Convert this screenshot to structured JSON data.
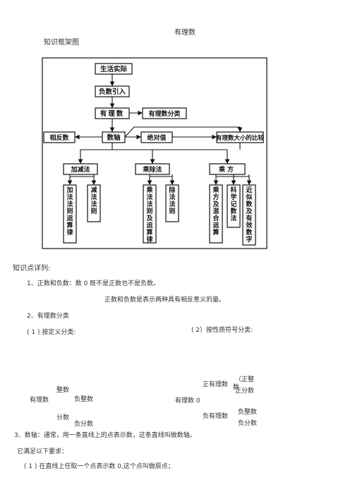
{
  "header": {
    "doc_title": "有理数",
    "framework_title": "知识框架图"
  },
  "diagram": {
    "life": "生活实际",
    "negative_intro": "负数引入",
    "rational": "有理数",
    "classification": "有理数分类",
    "opposite": "相反数",
    "number_line": "数轴",
    "absolute": "绝对值",
    "compare": "有理数大小的比较",
    "addsub": "加减法",
    "muldiv": "乘除法",
    "power": "乘方",
    "leaf_add": "加法法则运算律",
    "leaf_sub": "减法法则",
    "leaf_mul": "乘法法则及运算律",
    "leaf_div": "除法法则",
    "leaf_powmix": "乘方及混合运算",
    "leaf_sci": "科学记数法",
    "leaf_approx": "近似数及有效数字"
  },
  "body": {
    "section_title": "知识点详列:",
    "p1": "1、正数和负数：数 0 既不是正数也不是负数。",
    "p1_note": "正数和负数是表示两种具有相反意义的量。",
    "p2": "2、有理数分类",
    "cls1_title": "( 1 ) 按定义分类:",
    "cls2_title": "( 2）按性质符号分类:",
    "c1": {
      "root": "有理数",
      "integer": "整数",
      "neg_integer": "负整数",
      "fraction": "分数",
      "neg_fraction": "负分数"
    },
    "c2": {
      "root": "有理数 0",
      "pos_rational": "正有理数",
      "pos_integer": "（正整",
      "pos_int_tail": "数",
      "pos_fraction": "正分数",
      "neg_rational": "负有理数",
      "neg_integer": "负整数",
      "neg_fraction": "负分数"
    },
    "p3": "3、数轴：通常，用一条直线上的点表示数，这条直线叫做数轴。",
    "p3_req": "它满足以下要求：",
    "p3_1": "( 1 ) 在直线上任取一个点表示数 0,这个点叫做原点；"
  }
}
